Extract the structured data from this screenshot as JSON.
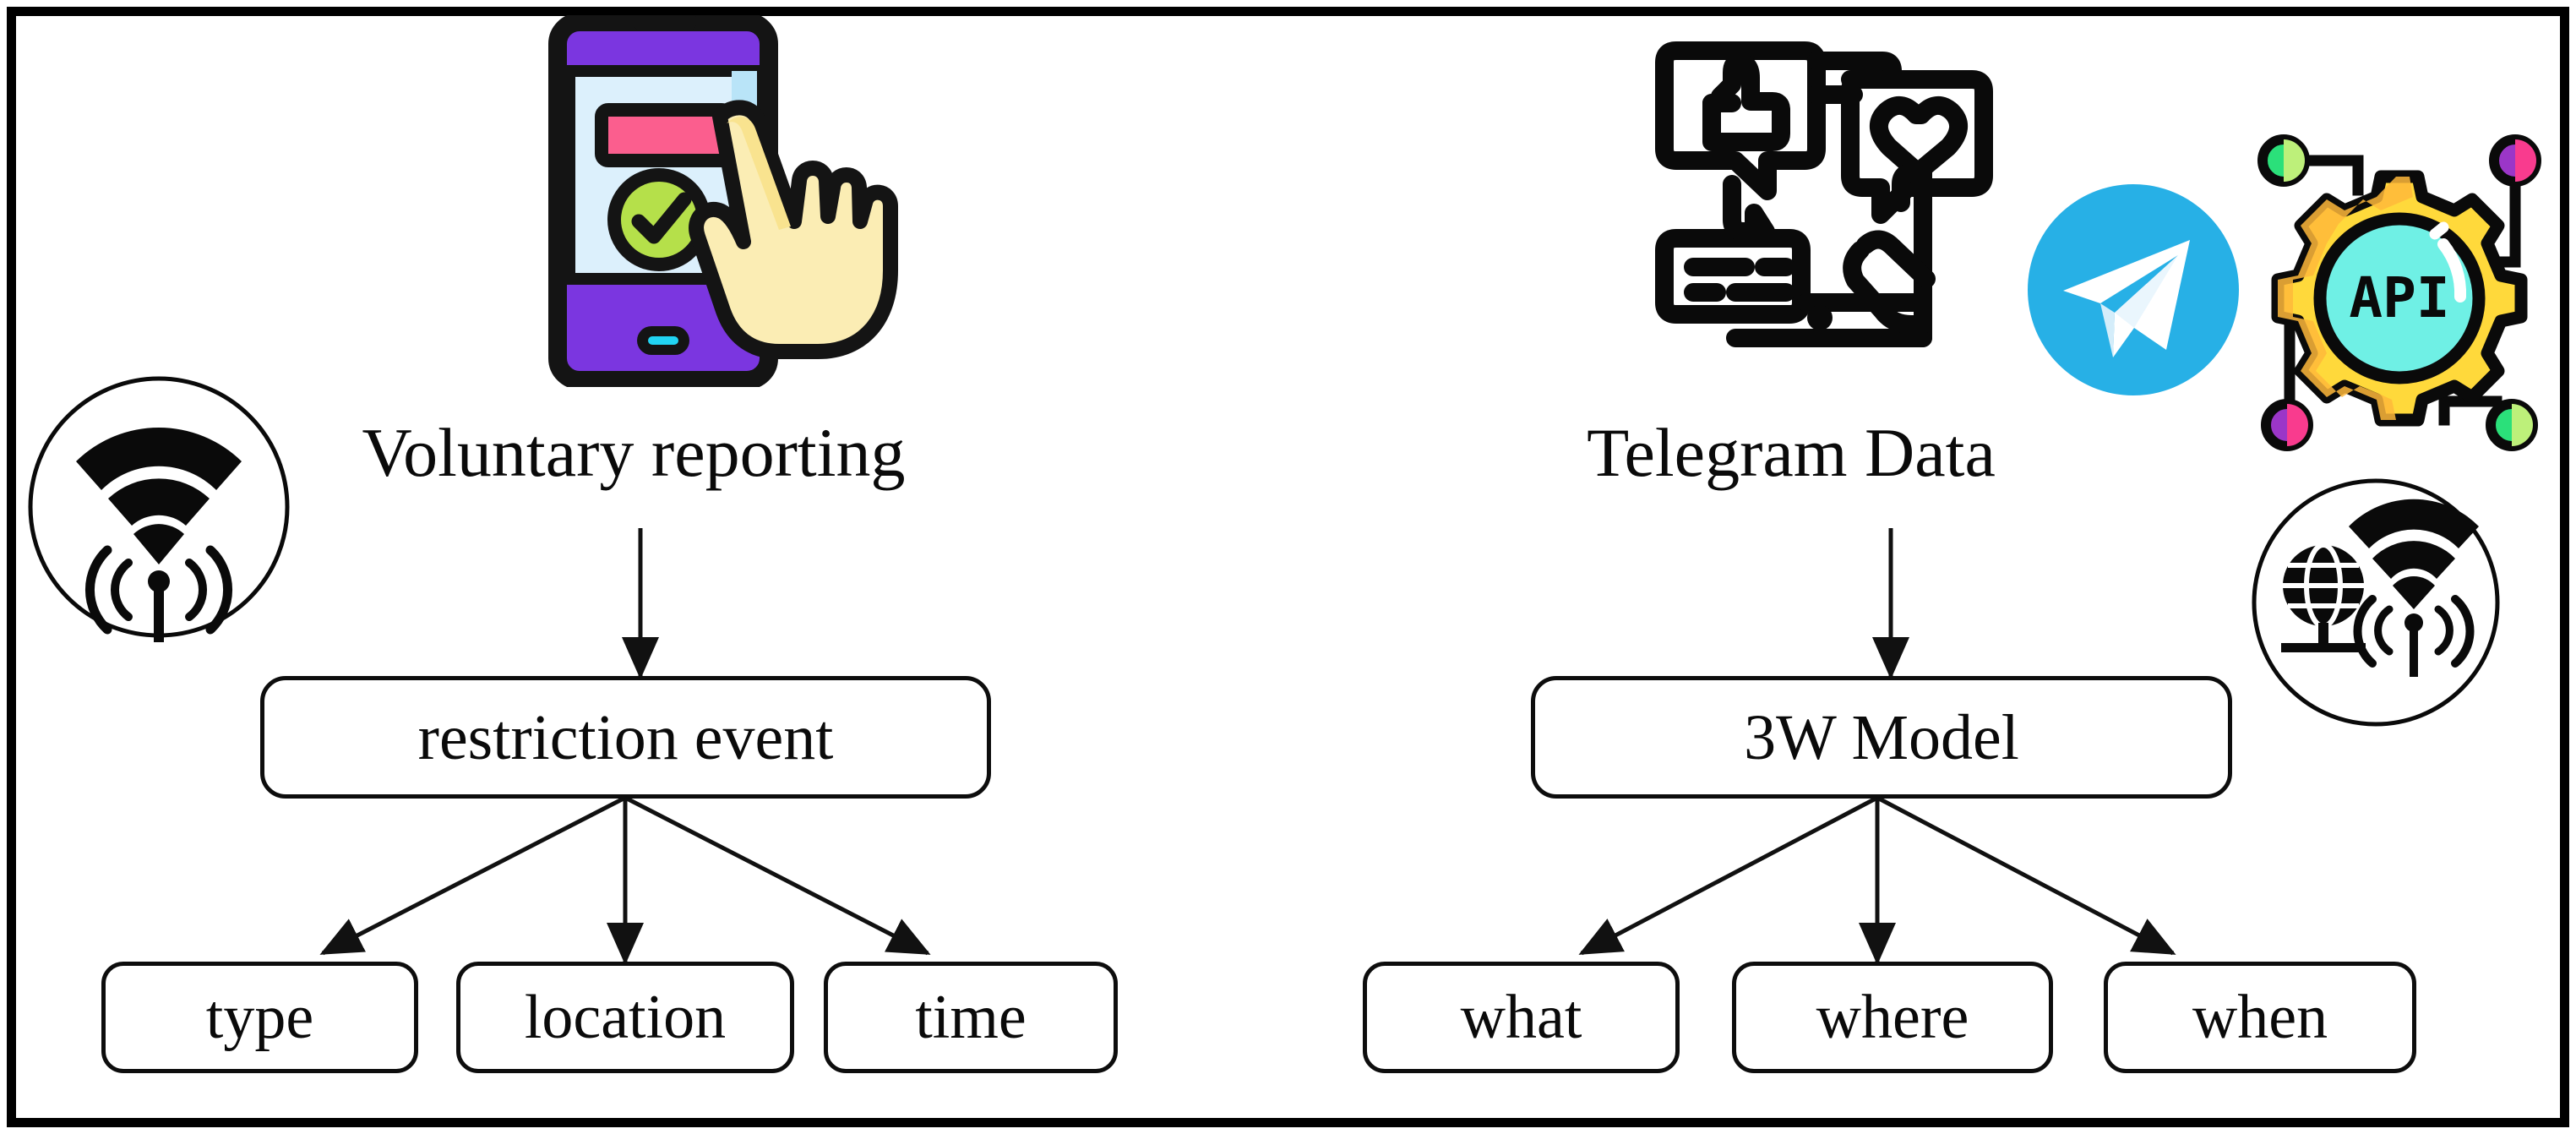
{
  "figure": {
    "type": "flow-diagram",
    "background": "#ffffff",
    "border_color": "#000000"
  },
  "branches": [
    {
      "id": "voluntary",
      "caption": "Voluntary reporting",
      "parent": "restriction event",
      "children": [
        "type",
        "location",
        "time"
      ]
    },
    {
      "id": "telegram",
      "caption": "Telegram Data",
      "parent": "3W Model",
      "children": [
        "what",
        "where",
        "when"
      ]
    }
  ],
  "labels": {
    "voluntary_reporting": "Voluntary reporting",
    "telegram_data": "Telegram Data",
    "restriction_event": "restriction event",
    "three_w_model": "3W Model",
    "type": "type",
    "location": "location",
    "time": "time",
    "what": "what",
    "where": "where",
    "when": "when",
    "api_text": "API"
  },
  "icons": {
    "wifi_broadcast_circle": "wifi-broadcast-icon",
    "phone_tap": "phone-tap-report-icon",
    "social_feedback": "social-feedback-icon",
    "telegram_logo": "telegram-logo-icon",
    "api_gear": "api-gear-icon",
    "globe_wifi_circle": "globe-wifi-icon"
  },
  "colors": {
    "phone_body": "#7B36E0",
    "phone_screen": "#DCF0FC",
    "phone_screen_shade": "#B9E4F8",
    "phone_banner": "#FB5E8E",
    "phone_check_circle": "#B5E04A",
    "phone_home_led": "#21D4F3",
    "hand": "#FBEDB4",
    "hand_shade": "#F9E38F",
    "telegram_blue": "#27B0E6",
    "telegram_plane": "#FFFFFF",
    "gear_yellow": "#FFD93B",
    "gear_yellow_shade": "#FFB93B",
    "gear_core": "#6FF0E5",
    "node_green": "#2BE07A",
    "node_green_light": "#BDF07A",
    "node_pink": "#F93B8E",
    "node_purple": "#9B36C8",
    "stroke": "#0A0A0A"
  },
  "arrows": {
    "style": "solid-thin-filled-head",
    "color": "#111111",
    "voluntary_fanout_count": 3,
    "telegram_fanout_count": 3
  }
}
